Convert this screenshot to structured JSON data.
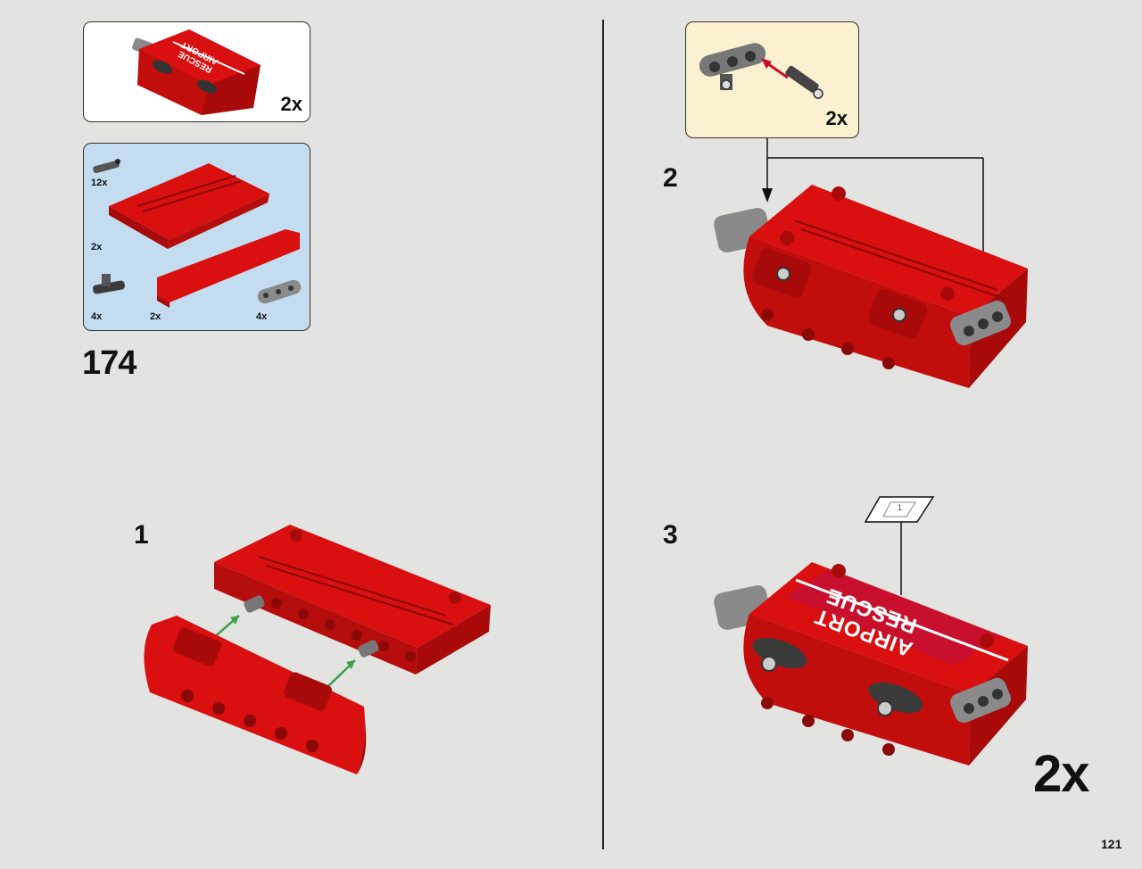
{
  "preview_box": {
    "count": "2x",
    "decal_line1": "AIRPORT",
    "decal_line2": "RESCUE"
  },
  "parts_box": {
    "items": [
      {
        "qty": "12x",
        "icon": "pin-connector-icon"
      },
      {
        "qty": "2x",
        "icon": "red-panel-icon"
      },
      {
        "qty": "4x",
        "icon": "small-grey-connector-icon"
      },
      {
        "qty": "2x",
        "icon": "red-beam-icon"
      },
      {
        "qty": "4x",
        "icon": "grey-liftarm-icon"
      }
    ]
  },
  "step_number": "174",
  "substeps": {
    "s1": "1",
    "s2": "2",
    "s3": "3"
  },
  "subassembly": {
    "count": "2x"
  },
  "step3": {
    "decal_line1": "AIRPORT",
    "decal_line2": "RESCUE",
    "sticker_number": "1"
  },
  "final_count": "2x",
  "page_number": "121",
  "colors": {
    "background": "#e3e3e2",
    "brick_red": "#d90f10",
    "brick_red_dark": "#a80a0a",
    "grey_part": "#8a8a8a",
    "parts_box_bg": "#c4dcf0",
    "subassembly_bg": "#fbf0cf",
    "arrow_green": "#3aa04a",
    "arrow_red": "#c8102e"
  }
}
